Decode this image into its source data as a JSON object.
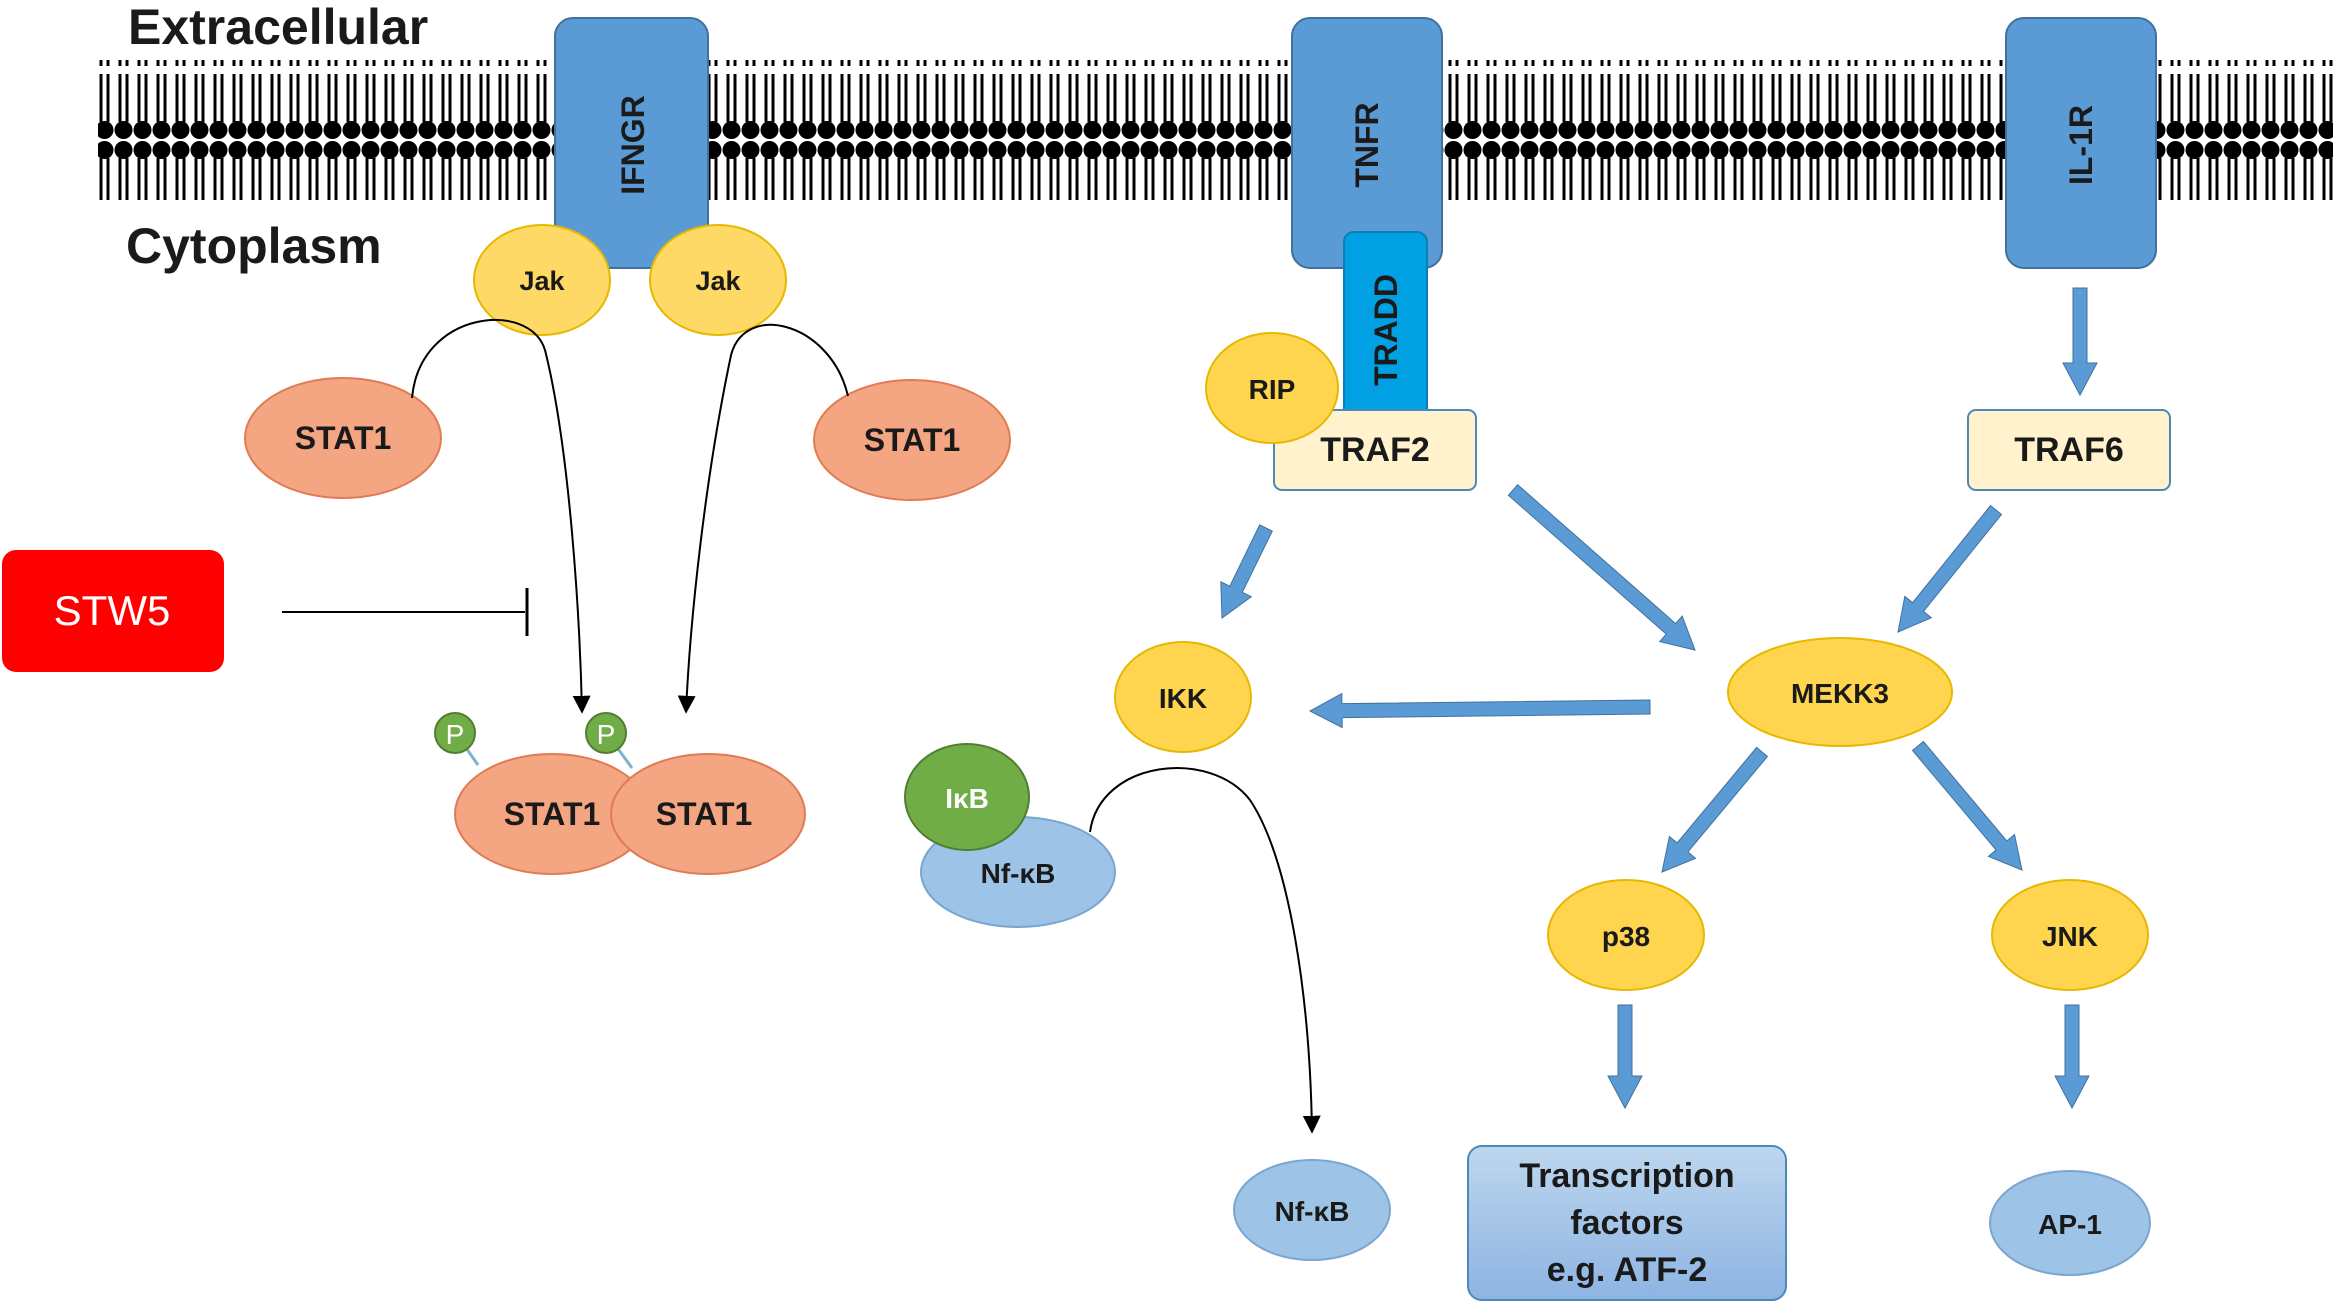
{
  "regions": {
    "extracellular": "Extracellular",
    "cytoplasm": "Cytoplasm"
  },
  "receptors": {
    "ifngr": "IFNGR",
    "tnfr": "TNFR",
    "il1r": "IL-1R",
    "tradd": "TRADD"
  },
  "nodes": {
    "jak_left": "Jak",
    "jak_right": "Jak",
    "stat1_left": "STAT1",
    "stat1_right": "STAT1",
    "stat1_dimer_left": "STAT1",
    "stat1_dimer_right": "STAT1",
    "phospho_left": "P",
    "phospho_right": "P",
    "stw5": "STW5",
    "rip": "RIP",
    "traf2": "TRAF2",
    "traf6": "TRAF6",
    "ikk": "IKK",
    "mekk3": "MEKK3",
    "ikb": "IκB",
    "nfkb_complex": "Nf-κB",
    "nfkb_free": "Nf-κB",
    "p38": "p38",
    "jnk": "JNK",
    "tf_line1": "Transcription",
    "tf_line2": "factors",
    "tf_line3": "e.g. ATF-2",
    "ap1": "AP-1"
  },
  "colors": {
    "membrane": "#000000",
    "receptor": "#5b9bd5",
    "tradd": "#00a0e3",
    "jak": "#ffd966",
    "stat1": "#f4a582",
    "stw5": "#ff0000",
    "kinase": "#ffd54f",
    "traf": "#fff2cc",
    "ikb": "#70ad47",
    "nfkb": "#9dc3e6",
    "arrow": "#5b9bd5"
  }
}
